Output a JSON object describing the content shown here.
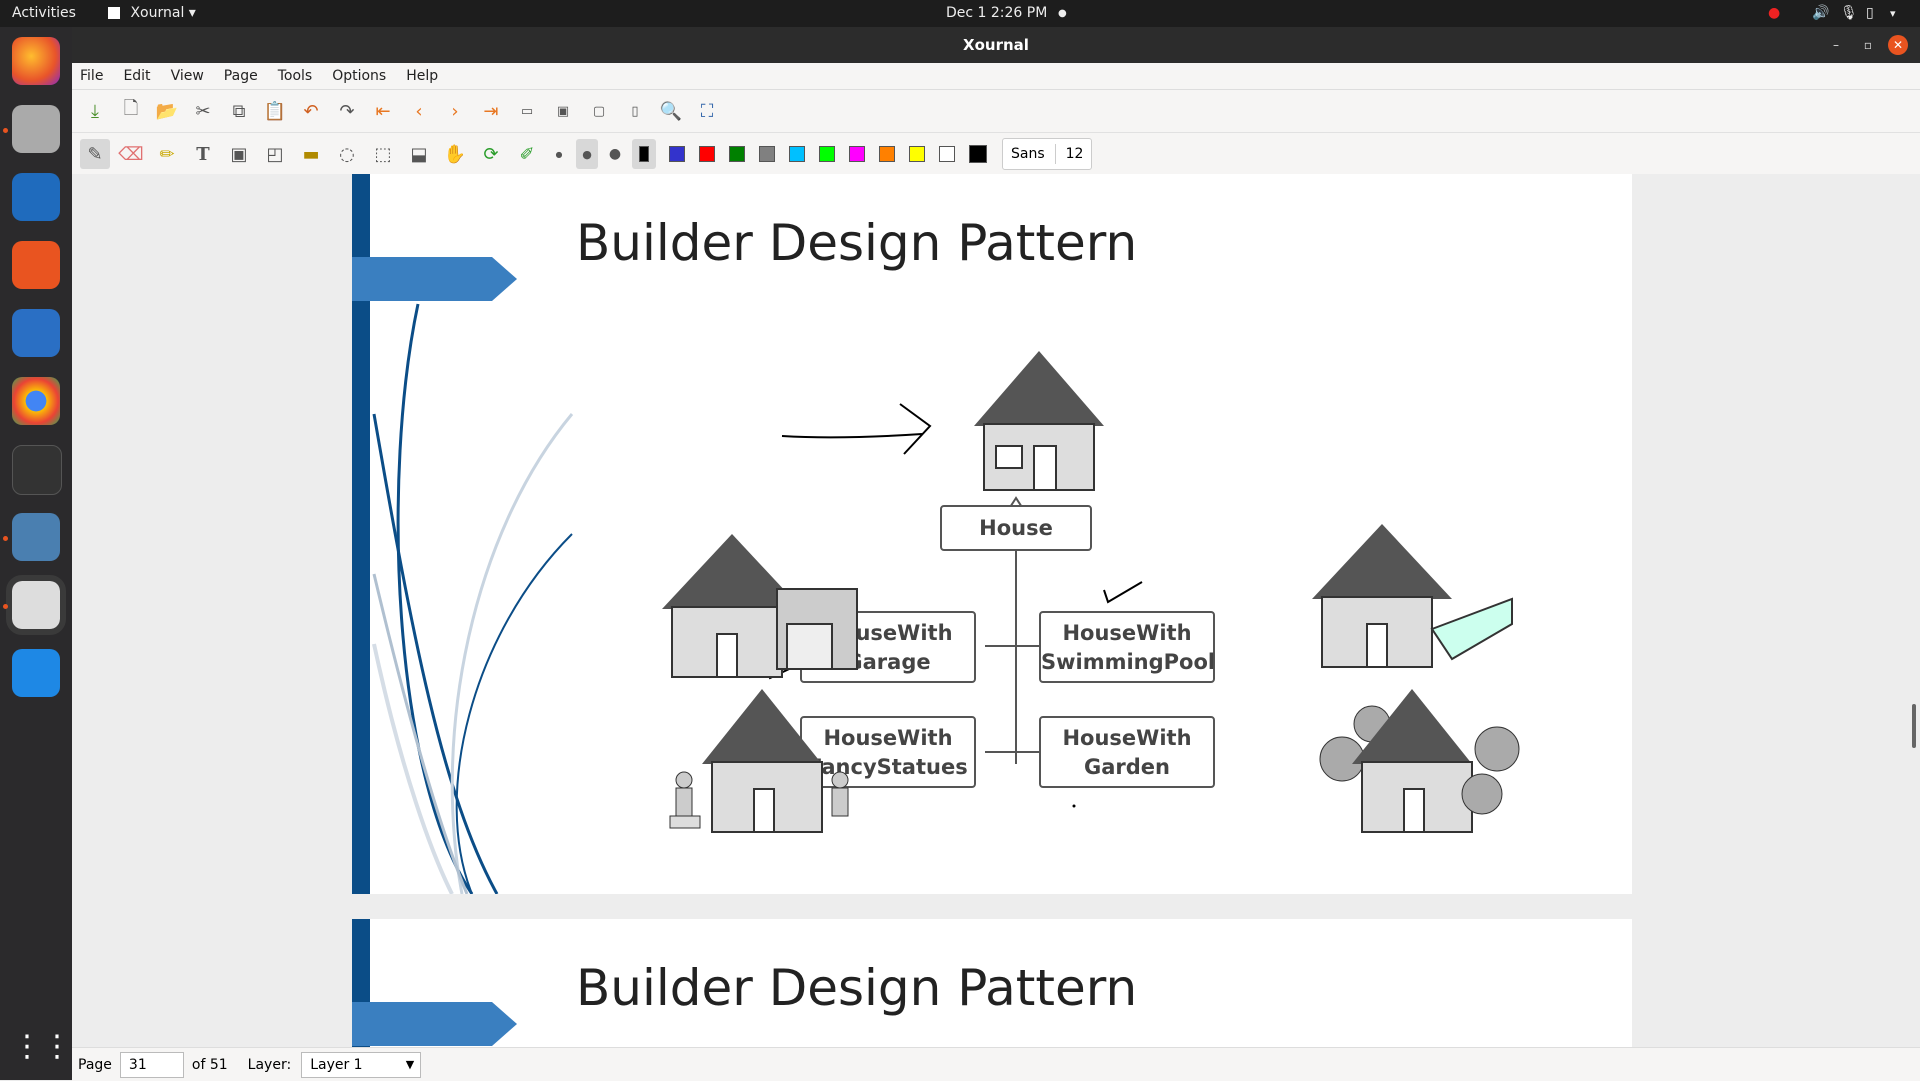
{
  "topbar": {
    "activities": "Activities",
    "app": "Xournal",
    "app_arrow": "▾",
    "datetime": "Dec 1  2:26 PM"
  },
  "window": {
    "title": "Xournal"
  },
  "menu": [
    "File",
    "Edit",
    "View",
    "Page",
    "Tools",
    "Options",
    "Help"
  ],
  "toolbar2": {
    "font": "Sans",
    "size": "12"
  },
  "colors": [
    "#000000",
    "#3333cc",
    "#ff0000",
    "#008000",
    "#808080",
    "#00c0ff",
    "#00ff00",
    "#ff00ff",
    "#ff8000",
    "#ffff00",
    "#ffffff",
    "#000000"
  ],
  "page1": {
    "title": "Builder Design Pattern"
  },
  "page2": {
    "title": "Builder Design Pattern"
  },
  "diagram": {
    "house": "House",
    "garage": [
      "HouseWith",
      "Garage"
    ],
    "pool": [
      "HouseWith",
      "SwimmingPool"
    ],
    "statues": [
      "HouseWith",
      "FancyStatues"
    ],
    "garden": [
      "HouseWith",
      "Garden"
    ]
  },
  "status": {
    "page_label": "Page",
    "page_value": "31",
    "of_label": "of 51",
    "layer_label": "Layer:",
    "layer_value": "Layer 1"
  }
}
